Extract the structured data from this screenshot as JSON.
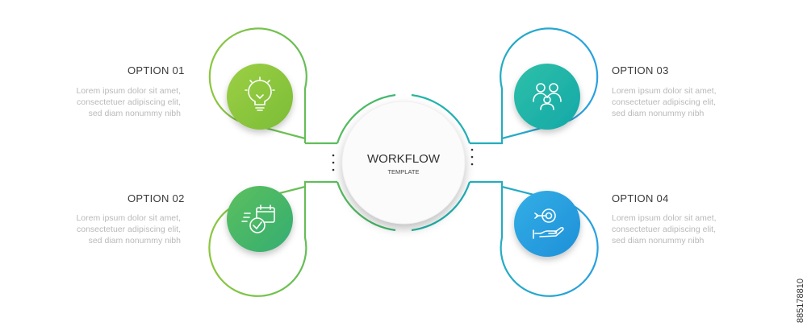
{
  "center": {
    "title": "WORKFLOW",
    "subtitle": "TEMPLATE"
  },
  "options": [
    {
      "title": "OPTION 01",
      "lines": [
        "Lorem ipsum dolor sit amet,",
        "consectetuer adipiscing elit,",
        "sed diam nonummy nibh"
      ],
      "icon": "lightbulb-icon",
      "color": "#8cc63f"
    },
    {
      "title": "OPTION 02",
      "lines": [
        "Lorem ipsum dolor sit amet,",
        "consectetuer adipiscing elit,",
        "sed diam nonummy nibh"
      ],
      "icon": "calendar-check-icon",
      "color": "#45b86a"
    },
    {
      "title": "OPTION 03",
      "lines": [
        "Lorem ipsum dolor sit amet,",
        "consectetuer adipiscing elit,",
        "sed diam nonummy nibh"
      ],
      "icon": "team-icon",
      "color": "#1fb5a8"
    },
    {
      "title": "OPTION 04",
      "lines": [
        "Lorem ipsum dolor sit amet,",
        "consectetuer adipiscing elit,",
        "sed diam nonummy nibh"
      ],
      "icon": "hand-target-icon",
      "color": "#2aa0e0"
    }
  ],
  "watermark": "885178810"
}
